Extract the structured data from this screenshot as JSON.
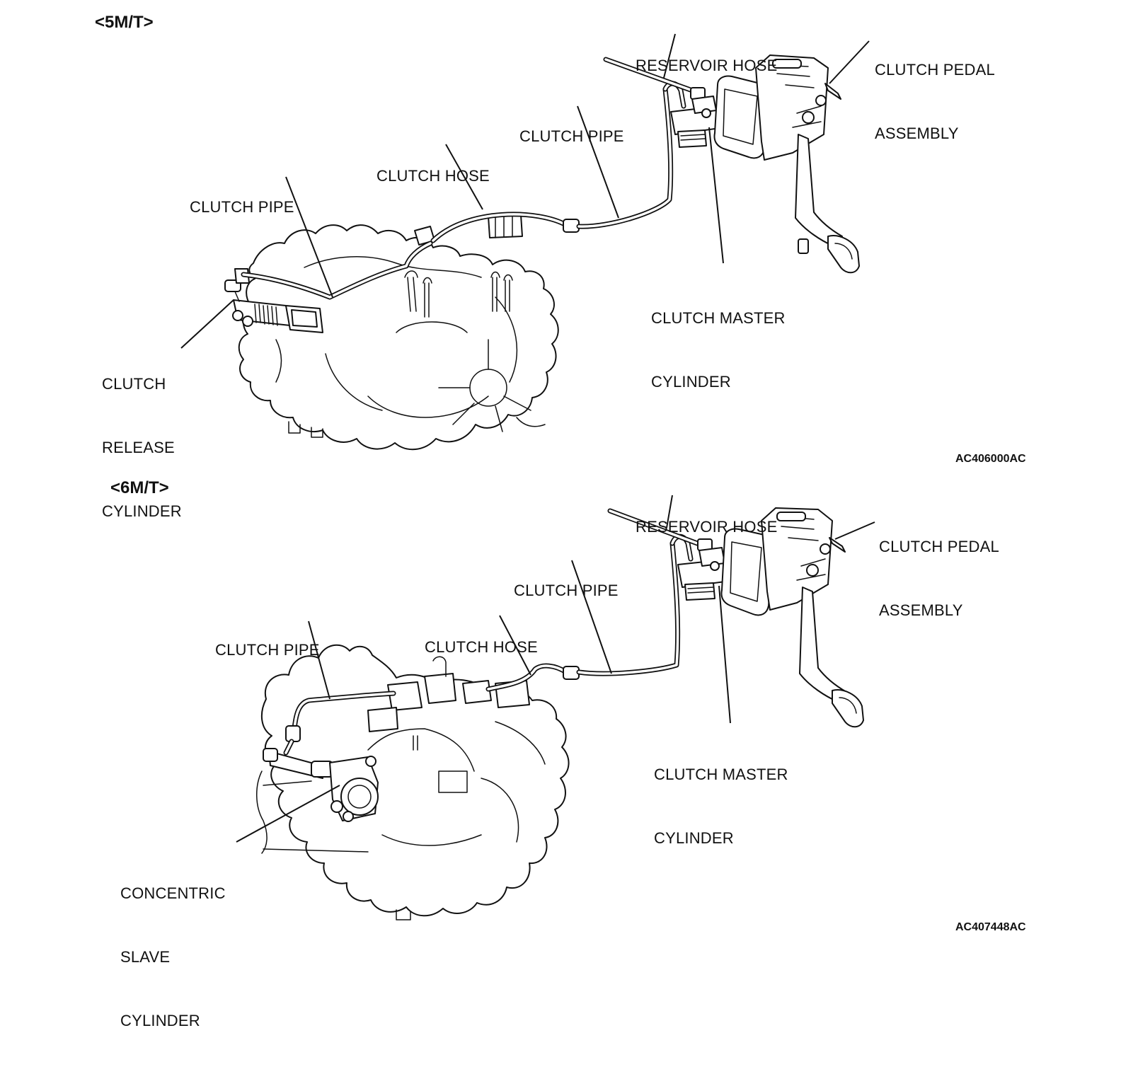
{
  "panels": [
    {
      "header": "<5M/T>",
      "code": "AC406000AC",
      "labels": {
        "reservoir_hose": [
          "RESERVOIR HOSE"
        ],
        "clutch_pedal_assembly": [
          "CLUTCH PEDAL",
          "ASSEMBLY"
        ],
        "clutch_pipe_upper": [
          "CLUTCH PIPE"
        ],
        "clutch_hose": [
          "CLUTCH HOSE"
        ],
        "clutch_pipe_lower": [
          "CLUTCH PIPE"
        ],
        "clutch_master_cylinder": [
          "CLUTCH MASTER",
          "CYLINDER"
        ],
        "clutch_release_cylinder": [
          "CLUTCH",
          "RELEASE",
          "CYLINDER"
        ]
      }
    },
    {
      "header": "<6M/T>",
      "code": "AC407448AC",
      "labels": {
        "reservoir_hose": [
          "RESERVOIR HOSE"
        ],
        "clutch_pedal_assembly": [
          "CLUTCH PEDAL",
          "ASSEMBLY"
        ],
        "clutch_pipe_upper": [
          "CLUTCH PIPE"
        ],
        "clutch_pipe_lower": [
          "CLUTCH PIPE"
        ],
        "clutch_hose": [
          "CLUTCH HOSE"
        ],
        "clutch_master_cylinder": [
          "CLUTCH MASTER",
          "CYLINDER"
        ],
        "concentric_slave_cylinder": [
          "CONCENTRIC",
          "SLAVE",
          "CYLINDER"
        ]
      }
    }
  ]
}
